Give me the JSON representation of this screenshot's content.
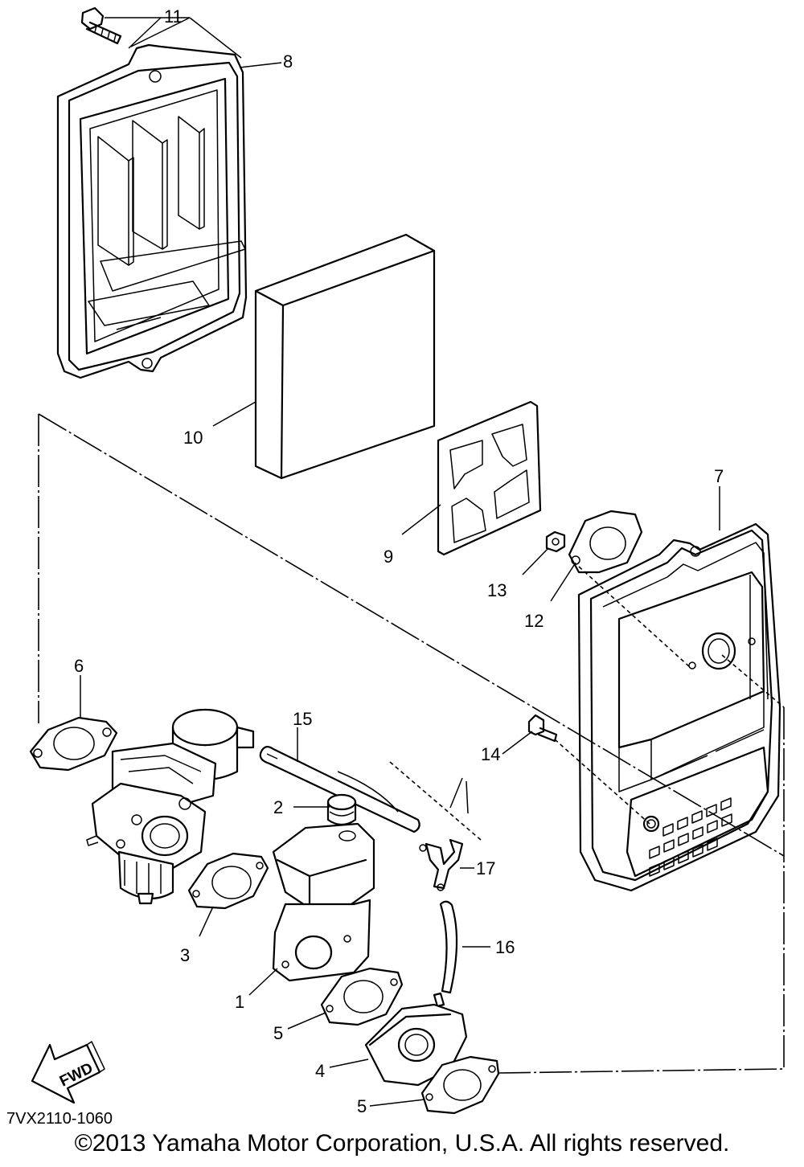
{
  "diagram": {
    "drawing_code": "7VX2110-1060",
    "copyright": "©2013 Yamaha Motor Corporation, U.S.A. All rights reserved.",
    "fwd_label": "FWD",
    "callouts": [
      "1",
      "2",
      "3",
      "4",
      "5",
      "5",
      "6",
      "7",
      "8",
      "9",
      "10",
      "11",
      "12",
      "13",
      "14",
      "15",
      "16",
      "17"
    ],
    "parts": {
      "p1": "1",
      "p2": "2",
      "p3": "3",
      "p4": "4",
      "p5a": "5",
      "p5b": "5",
      "p6": "6",
      "p7": "7",
      "p8": "8",
      "p9": "9",
      "p10": "10",
      "p11": "11",
      "p12": "12",
      "p13": "13",
      "p14": "14",
      "p15": "15",
      "p16": "16",
      "p17": "17"
    }
  }
}
